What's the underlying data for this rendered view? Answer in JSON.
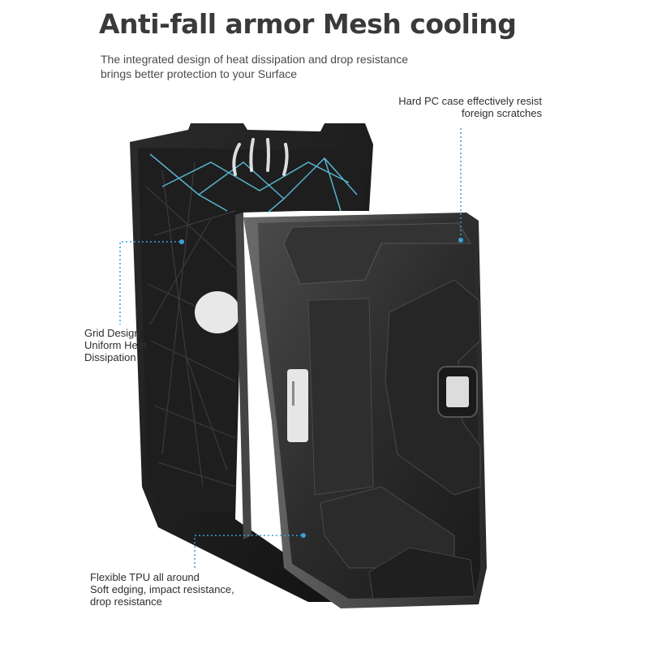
{
  "header": {
    "title": "Anti-fall armor Mesh cooling",
    "subtitle_lines": [
      "The integrated design of heat dissipation and drop resistance",
      "brings better protection to your Surface"
    ]
  },
  "callouts": {
    "hard_pc": {
      "lines": [
        "Hard PC case effectively resist",
        "foreign scratches"
      ]
    },
    "grid": {
      "lines": [
        "Grid Design",
        "Uniform Heat",
        "Dissipation"
      ]
    },
    "tpu": {
      "lines": [
        "Flexible TPU all around",
        "Soft edging, impact resistance,",
        "drop resistance"
      ]
    }
  },
  "colors": {
    "accent_dotted": "#3aa0d8",
    "mesh_blue": "#5ec3e0",
    "case_dark": "#2a2a2a",
    "case_mid": "#3c3c3c"
  }
}
